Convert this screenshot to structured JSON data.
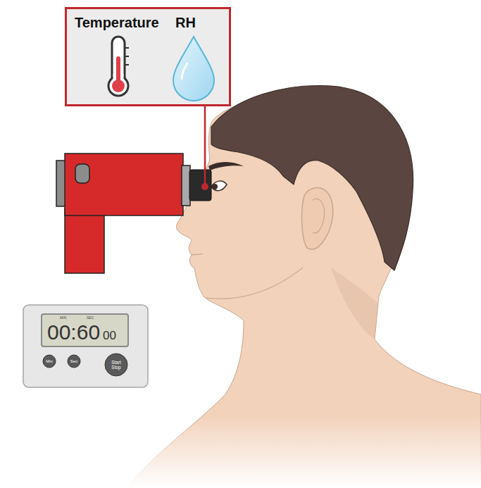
{
  "diagram": {
    "nodes": [
      {
        "text": [
          "Temperature",
          "RH"
        ]
      },
      {
        "text": [
          "MIN",
          "SEC",
          "00:60",
          "00"
        ]
      },
      {
        "text": [
          "Min"
        ]
      },
      {
        "text": [
          "Sec"
        ]
      },
      {
        "text": [
          "Start Stop"
        ]
      }
    ]
  }
}
